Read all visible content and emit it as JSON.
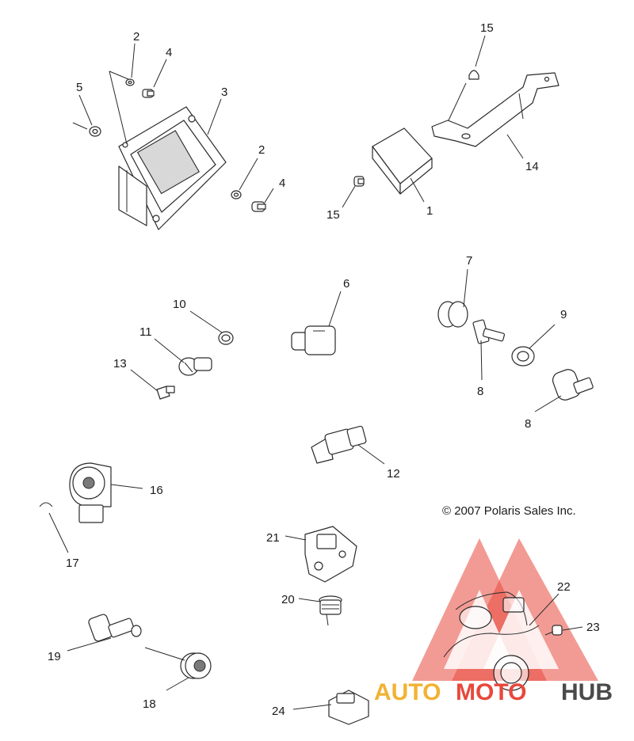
{
  "diagram": {
    "copyright": "© 2007 Polaris Sales Inc.",
    "callouts": [
      "1",
      "2",
      "2",
      "3",
      "4",
      "4",
      "5",
      "6",
      "7",
      "8",
      "8",
      "9",
      "10",
      "11",
      "12",
      "13",
      "14",
      "15",
      "15",
      "16",
      "17",
      "18",
      "19",
      "20",
      "21",
      "22",
      "23",
      "24"
    ]
  },
  "watermark": {
    "brand_part1": "AUTO",
    "brand_part2": "MOTO",
    "brand_part3": "HUB",
    "colors": {
      "triangle": "#e8483c",
      "auto": "#f2b233",
      "moto": "#e8483c",
      "hub": "#4a4a4a"
    }
  }
}
